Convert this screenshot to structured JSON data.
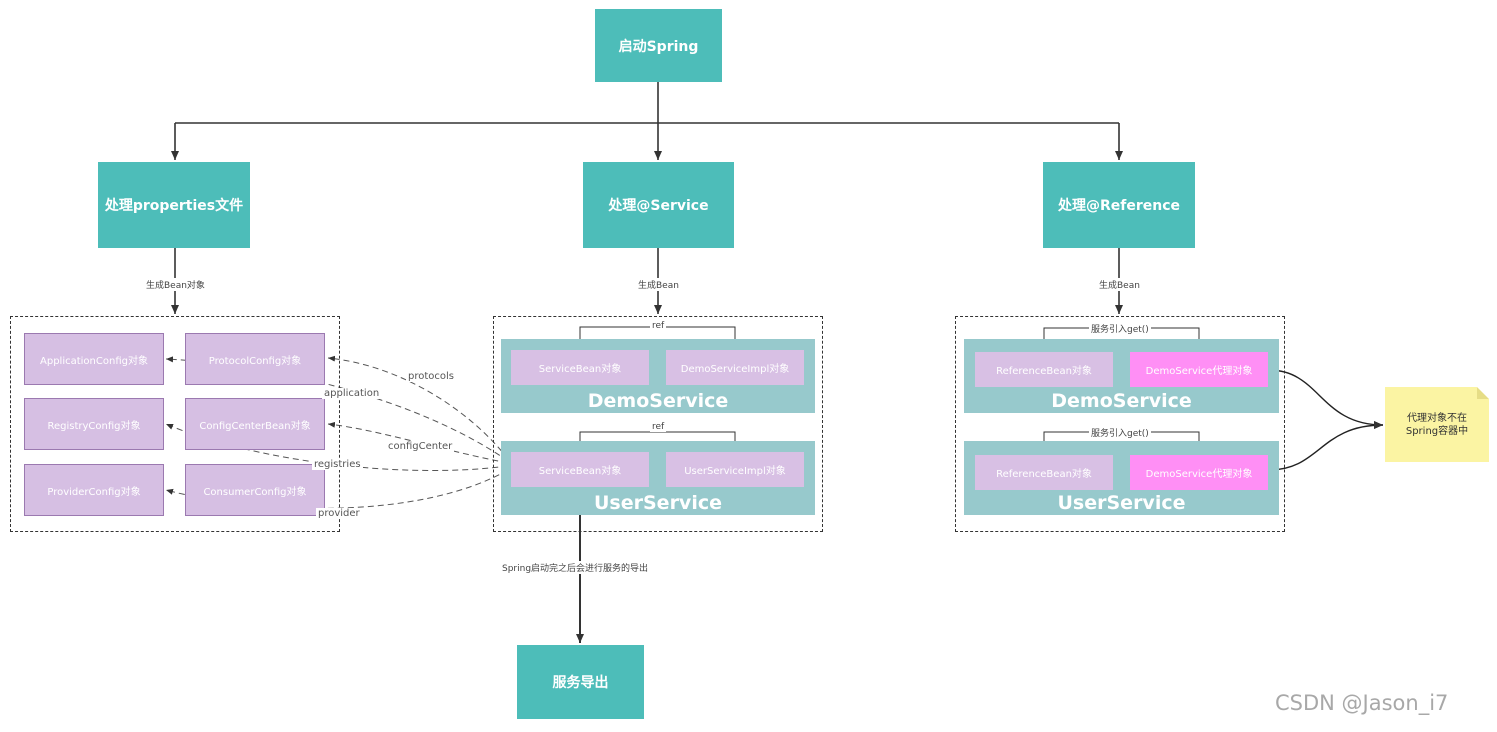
{
  "nodes": {
    "start": "启动Spring",
    "properties": "处理properties文件",
    "service": "处理@Service",
    "reference": "处理@Reference",
    "export": "服务导出"
  },
  "edge_labels": {
    "gen_bean_objects": "生成Bean对象",
    "gen_bean_service": "生成Bean",
    "gen_bean_reference": "生成Bean",
    "after_spring_start": "Spring启动完之后会进行服务的导出"
  },
  "configs": [
    "ApplicationConfig对象",
    "ProtocolConfig对象",
    "RegistryConfig对象",
    "ConfigCenterBean对象",
    "ProviderConfig对象",
    "ConsumerConfig对象"
  ],
  "config_links": {
    "protocols": "protocols",
    "application": "application",
    "configCenter": "configCenter",
    "registries": "registries",
    "provider": "provider"
  },
  "service_group": {
    "demo": {
      "name": "DemoService",
      "bean": "ServiceBean对象",
      "impl": "DemoServiceImpl对象",
      "ref": "ref"
    },
    "user": {
      "name": "UserService",
      "bean": "ServiceBean对象",
      "impl": "UserServiceImpl对象",
      "ref": "ref"
    }
  },
  "reference_group": {
    "demo": {
      "name": "DemoService",
      "bean": "ReferenceBean对象",
      "proxy": "DemoService代理对象",
      "get": "服务引入get()"
    },
    "user": {
      "name": "UserService",
      "bean": "ReferenceBean对象",
      "proxy": "DemoService代理对象",
      "get": "服务引入get()"
    }
  },
  "note": {
    "line1": "代理对象不在",
    "line2": "Spring容器中"
  },
  "watermark": "CSDN @Jason_i7",
  "colors": {
    "node": "#4dbdb9",
    "config": "#d6bfe3",
    "service_panel": "#97c9cc",
    "proxy": "#ff8ff5",
    "note": "#fbf4a3"
  }
}
